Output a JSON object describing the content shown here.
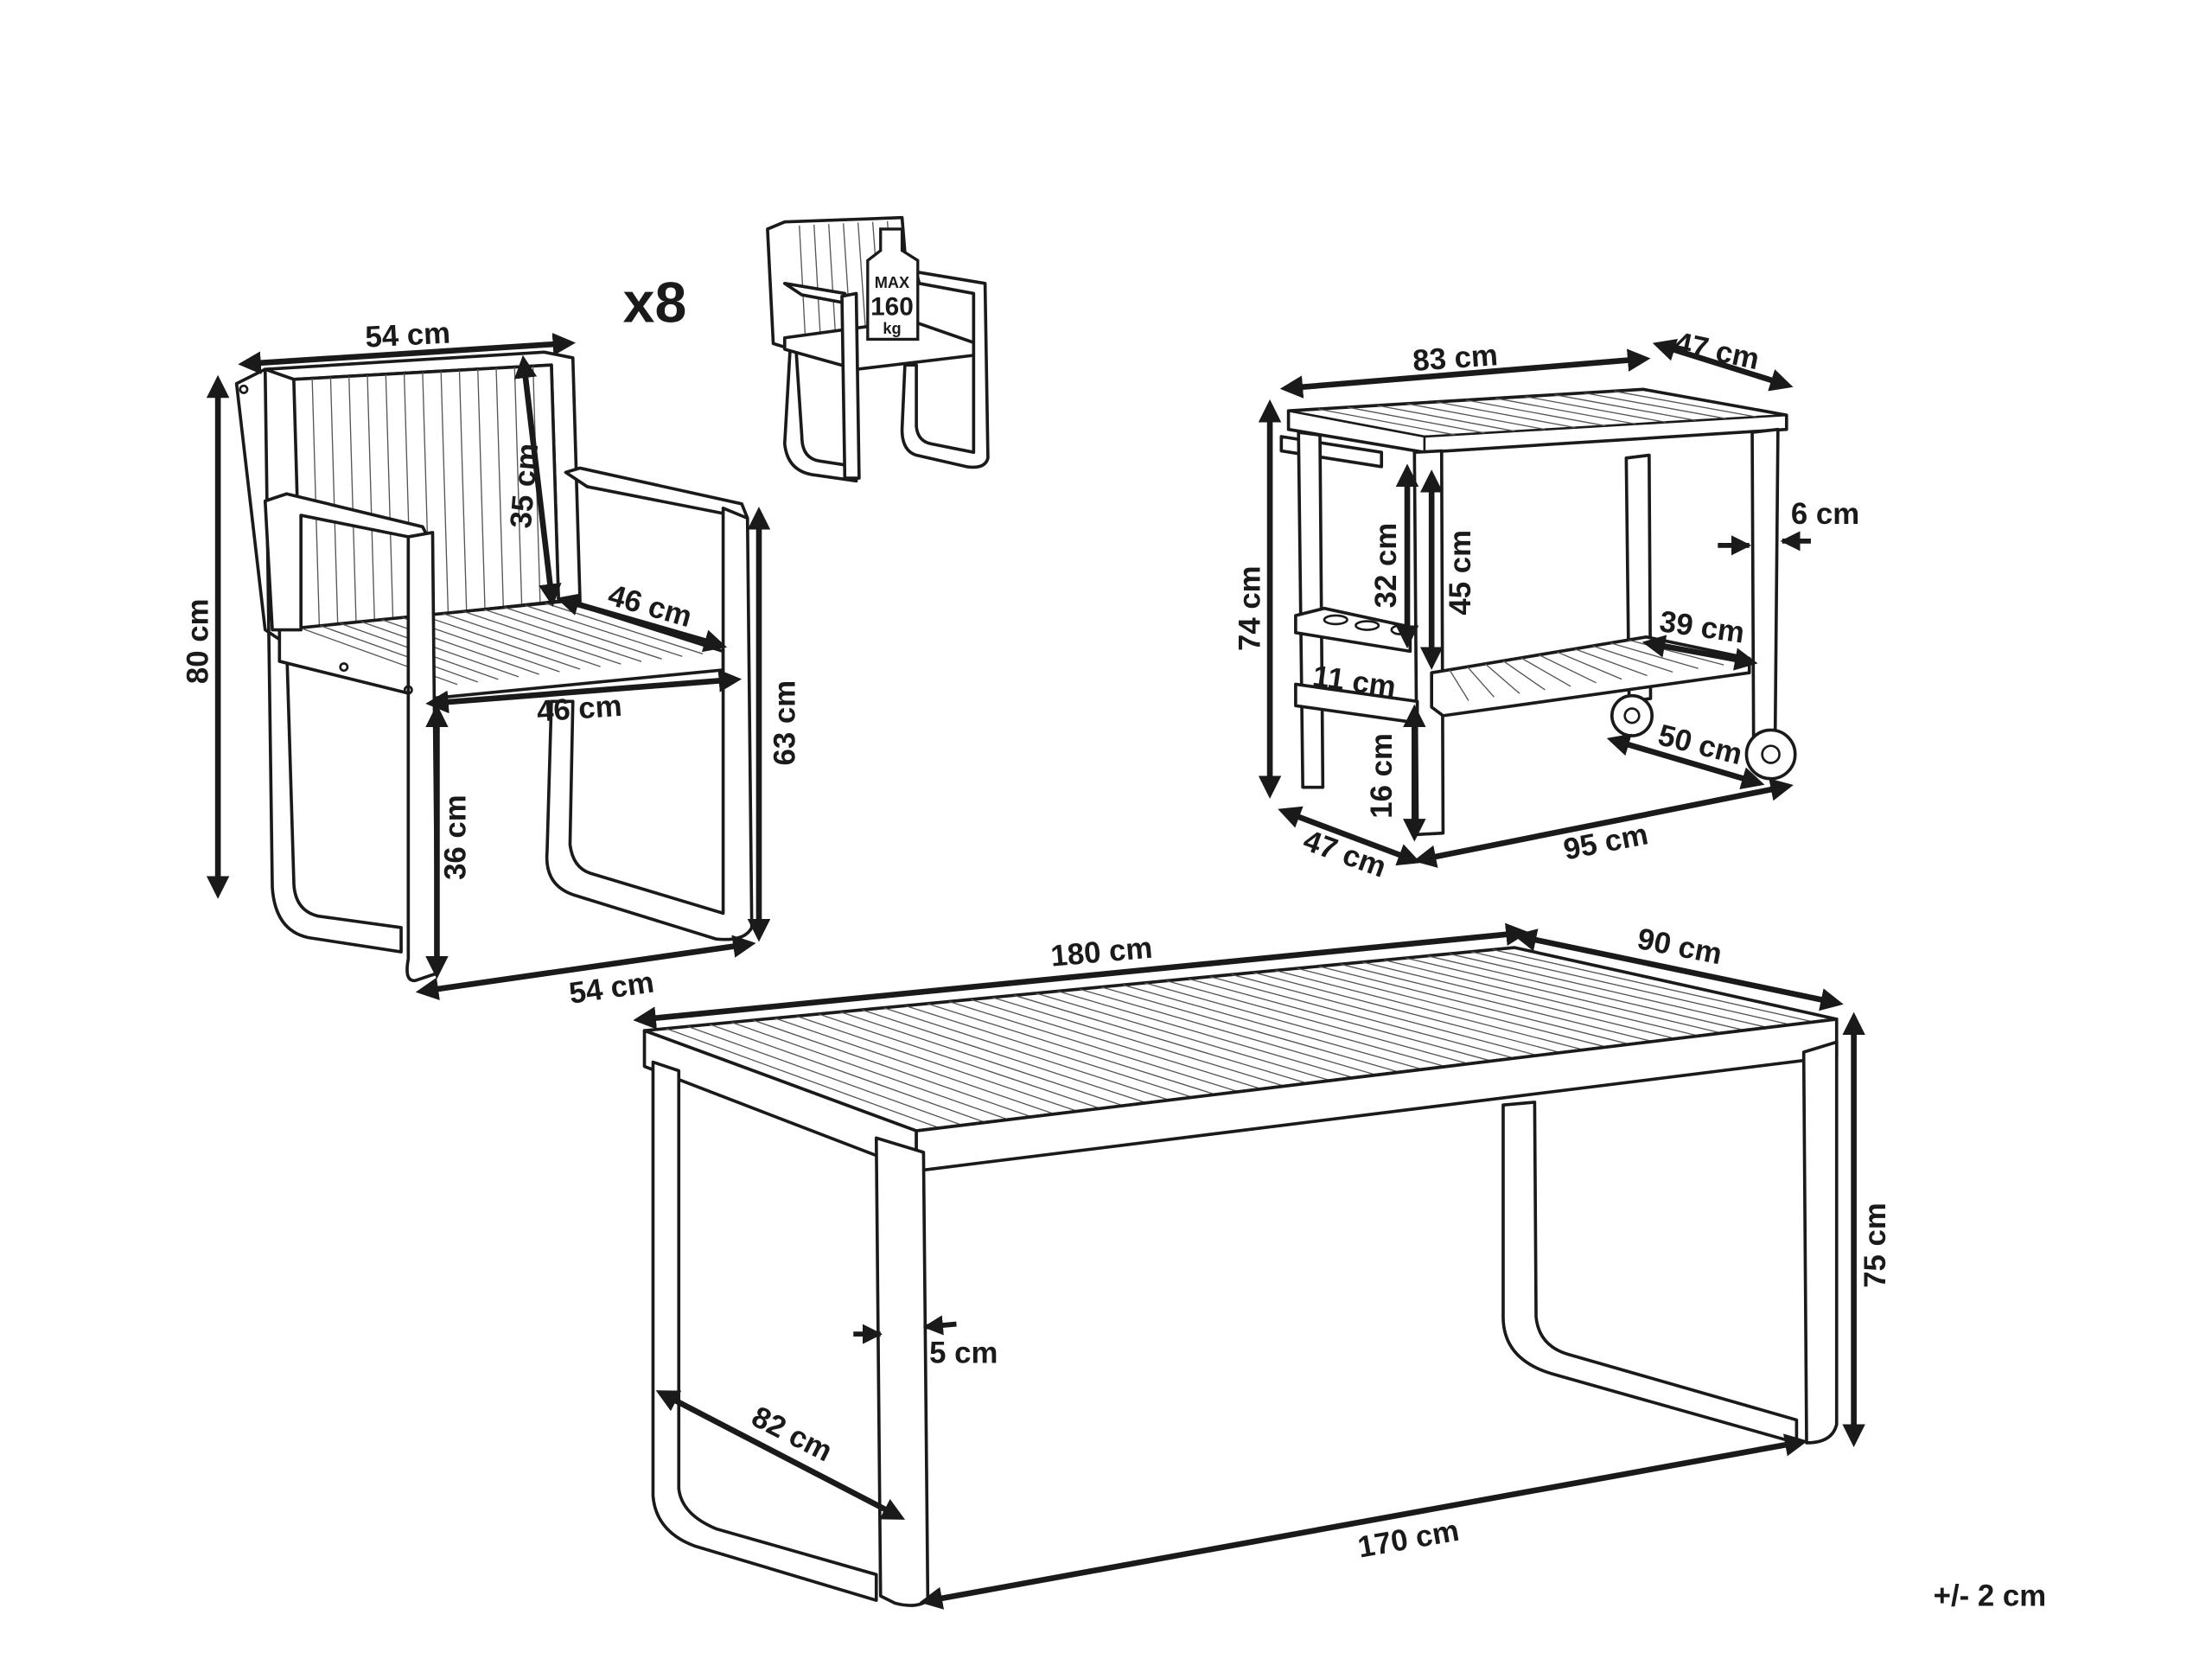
{
  "chair": {
    "quantity": "x8",
    "max_load_label": "MAX",
    "max_load_value": "160",
    "max_load_unit": "kg",
    "dims": {
      "top_width": "54 cm",
      "total_height": "80 cm",
      "back_height": "35 cm",
      "seat_depth": "46 cm",
      "seat_width": "46 cm",
      "arm_height": "63 cm",
      "seat_height": "36 cm",
      "base_width": "54 cm"
    }
  },
  "cart": {
    "dims": {
      "length": "83 cm",
      "depth_top": "47 cm",
      "height": "74 cm",
      "upper_clearance": "32 cm",
      "inner_height": "45 cm",
      "leg_thickness": "6 cm",
      "shelf_depth": "39 cm",
      "holder_height": "11 cm",
      "shelf_length": "50 cm",
      "ground_clearance": "16 cm",
      "depth_base": "47 cm",
      "base_length": "95 cm"
    }
  },
  "table": {
    "dims": {
      "length": "180 cm",
      "width": "90 cm",
      "height": "75 cm",
      "leg_thickness": "5 cm",
      "leg_depth": "82 cm",
      "base_length": "170 cm"
    }
  },
  "tolerance": "+/- 2 cm",
  "colors": {
    "line": "#1a1a1a",
    "background": "#ffffff"
  }
}
